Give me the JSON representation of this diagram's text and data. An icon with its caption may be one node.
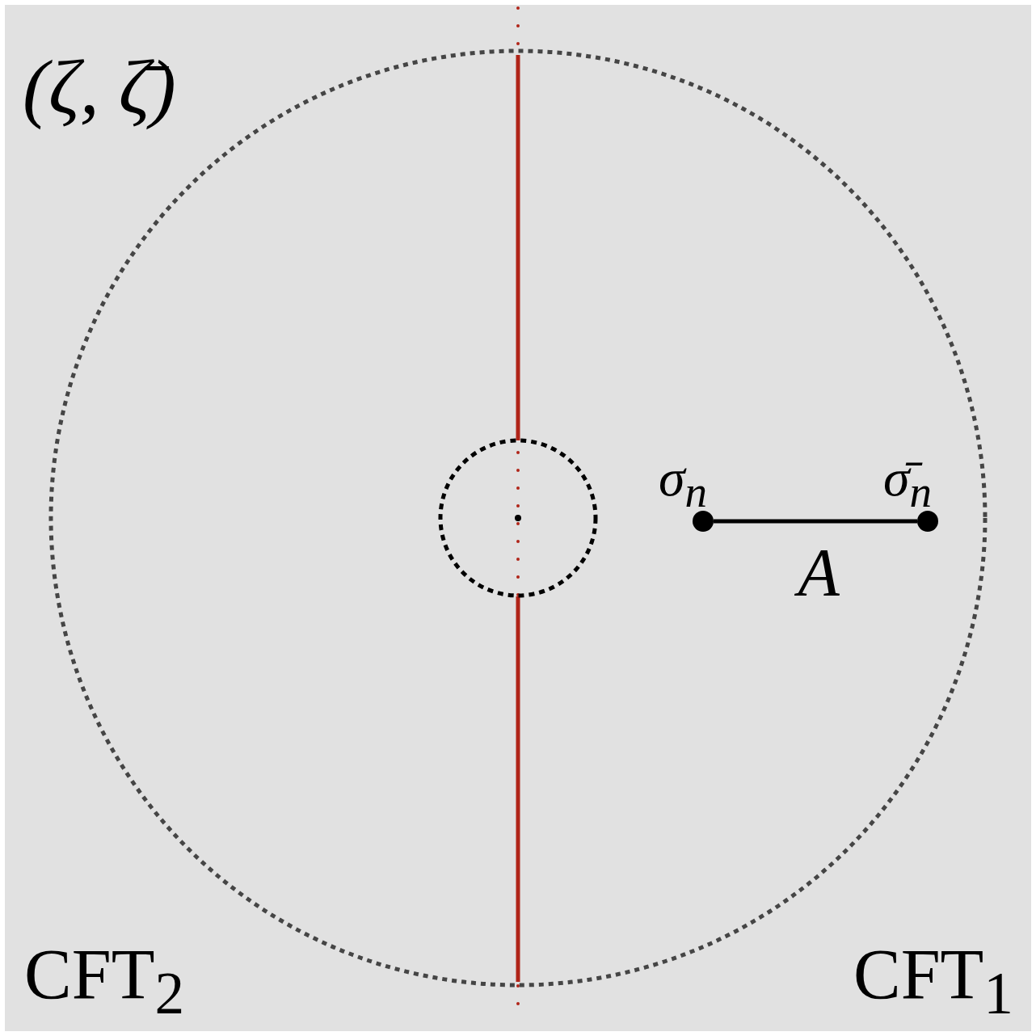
{
  "diagram": {
    "nodes": [
      {
        "text": [
          "σ$_{n}$"
        ]
      },
      {
        "text": [
          "σ̄$_{n}$"
        ]
      }
    ],
    "edges": [
      {
        "from": 0,
        "to": 1,
        "arrow": "none",
        "label": "A"
      }
    ],
    "labels": [
      "(ζ, ζ̄)",
      "CFT$_{2}$",
      "CFT$_{1}$"
    ]
  }
}
